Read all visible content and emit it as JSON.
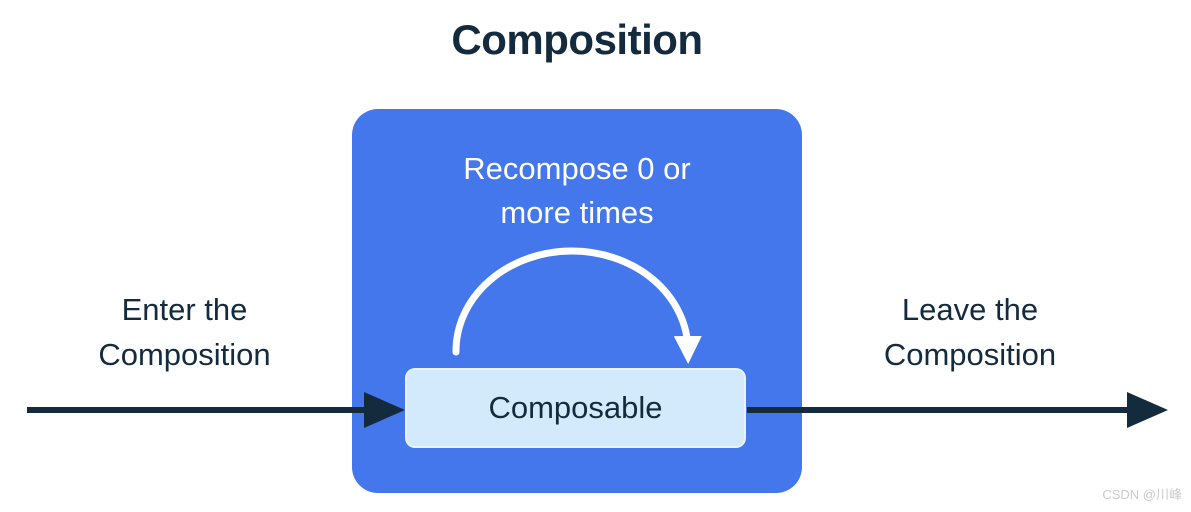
{
  "title": "Composition",
  "diagram": {
    "recompose_line1": "Recompose 0 or",
    "recompose_line2": "more times",
    "composable_label": "Composable",
    "enter_line1": "Enter the",
    "enter_line2": "Composition",
    "leave_line1": "Leave the",
    "leave_line2": "Composition"
  },
  "watermark": "CSDN @川峰",
  "colors": {
    "navy": "#142B3D",
    "blue": "#4377EB",
    "light_blue": "#D3EAFC",
    "white": "#FFFFFF",
    "watermark_gray": "#C9CBCD"
  }
}
